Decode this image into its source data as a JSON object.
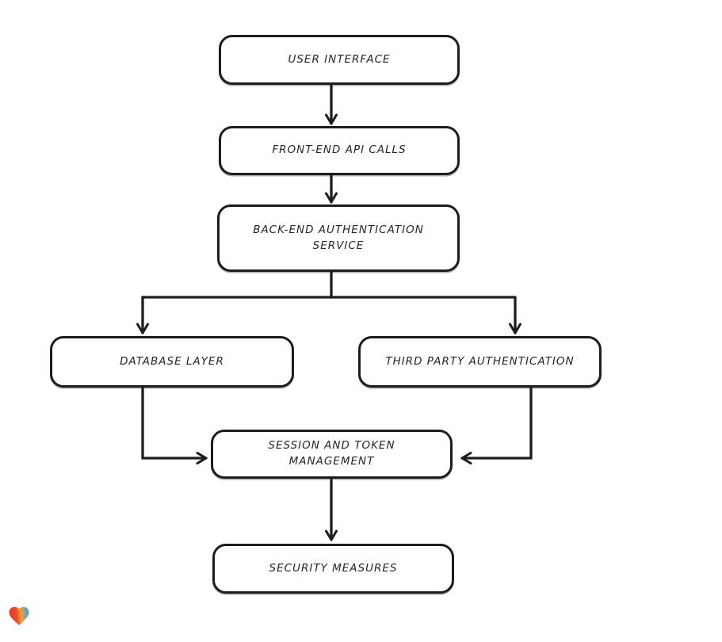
{
  "page": {
    "background": "#ffffff"
  },
  "diagram": {
    "type": "flowchart",
    "style": "hand-drawn",
    "stroke_color": "#1d1d1d",
    "node_fill": "#ffffff",
    "nodes": [
      {
        "id": "user-interface",
        "label": "USER INTERFACE"
      },
      {
        "id": "front-end-api-calls",
        "label": "FRONT-END API CALLS"
      },
      {
        "id": "back-end-authentication-service",
        "label": "BACK-END AUTHENTICATION SERVICE"
      },
      {
        "id": "database-layer",
        "label": "DATABASE LAYER"
      },
      {
        "id": "third-party-authentication",
        "label": "THIRD PARTY AUTHENTICATION"
      },
      {
        "id": "session-and-token-management",
        "label": "SESSION AND TOKEN MANAGEMENT"
      },
      {
        "id": "security-measures",
        "label": "SECURITY MEASURES"
      }
    ],
    "edges": [
      {
        "from": "user-interface",
        "to": "front-end-api-calls"
      },
      {
        "from": "front-end-api-calls",
        "to": "back-end-authentication-service"
      },
      {
        "from": "back-end-authentication-service",
        "to": "database-layer"
      },
      {
        "from": "back-end-authentication-service",
        "to": "third-party-authentication"
      },
      {
        "from": "database-layer",
        "to": "session-and-token-management"
      },
      {
        "from": "third-party-authentication",
        "to": "session-and-token-management"
      },
      {
        "from": "session-and-token-management",
        "to": "security-measures"
      }
    ]
  },
  "watermark": {
    "icon": "heart-logo",
    "colors": [
      "#e8382d",
      "#f59e2c",
      "#2fa8cc"
    ]
  }
}
